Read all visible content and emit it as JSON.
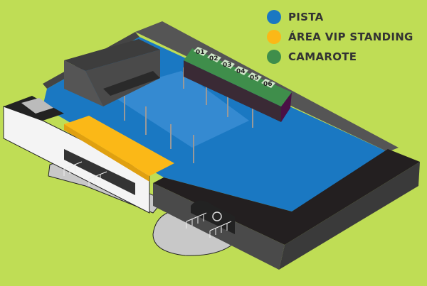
{
  "legend": [
    {
      "label": "PISTA",
      "color": "#1a78c2"
    },
    {
      "label": "ÁREA VIP STANDING",
      "color": "#fbb817"
    },
    {
      "label": "CAMAROTE",
      "color": "#3f8e4b"
    }
  ],
  "camarote_boxes": [
    "01",
    "02",
    "03",
    "04",
    "05",
    "06"
  ],
  "colors": {
    "background": "#bfdd55",
    "walls": "#231f20",
    "ground": "#c8c8c8"
  }
}
